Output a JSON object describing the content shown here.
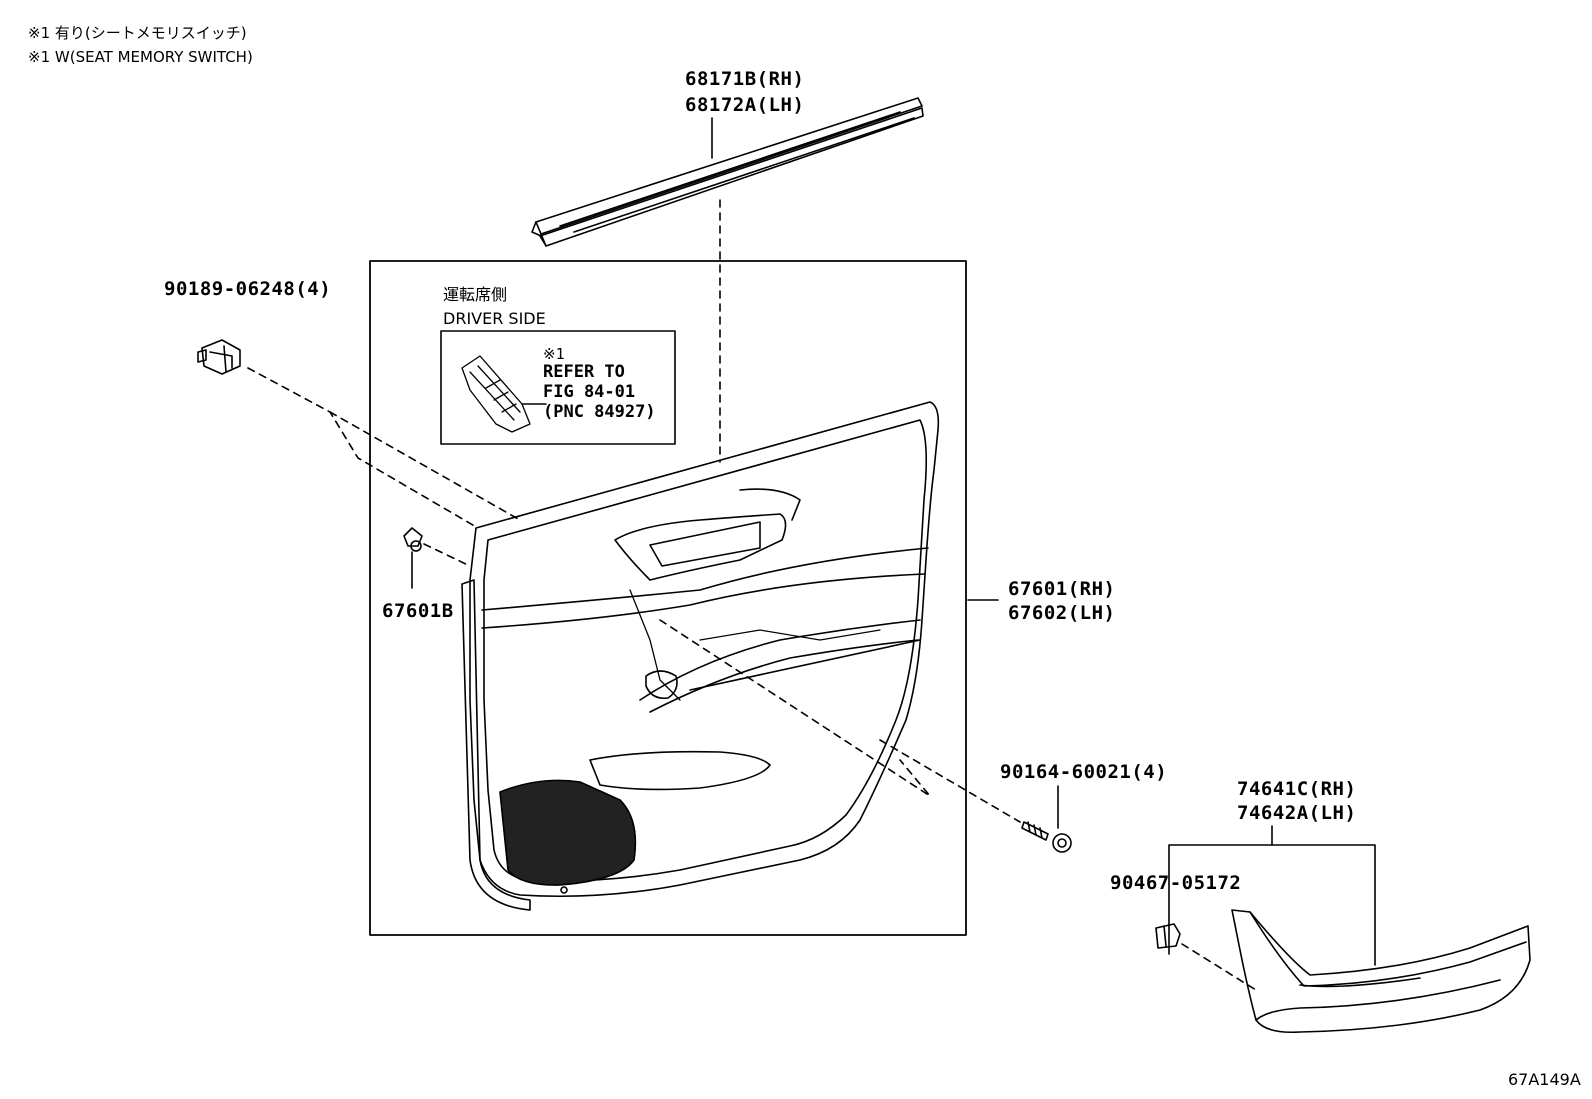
{
  "notes": {
    "line1": "※1 有り(シートメモリスイッチ)",
    "line2": "※1 W(SEAT MEMORY SWITCH)"
  },
  "parts": {
    "weatherstrip": {
      "rh": "68171B(RH)",
      "lh": "68172A(LH)"
    },
    "clip_top": "90189-06248(4)",
    "clip_side": "67601B",
    "door_trim": {
      "rh": "67601(RH)",
      "lh": "67602(LH)"
    },
    "screw": "90164-60021(4)",
    "armrest_trim": {
      "rh": "74641C(RH)",
      "lh": "74642A(LH)"
    },
    "armrest_clip": "90467-05172"
  },
  "driver_side": {
    "jp": "運転席側",
    "en": "DRIVER SIDE",
    "ref_mark": "※1",
    "ref_lines": [
      "REFER TO",
      "FIG 84-01",
      "(PNC 84927)"
    ]
  },
  "figure_id": "67A149A"
}
